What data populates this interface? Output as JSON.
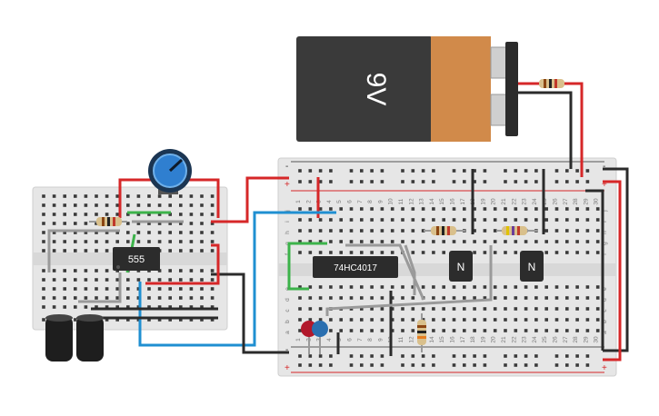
{
  "battery": {
    "label": "9V"
  },
  "chips": {
    "timer": "555",
    "counter": "74HC4017"
  },
  "transistors": [
    {
      "label": "N"
    },
    {
      "label": "N"
    }
  ],
  "breadboard": {
    "columns": [
      "1",
      "2",
      "3",
      "4",
      "5",
      "6",
      "7",
      "8",
      "9",
      "10",
      "11",
      "12",
      "13",
      "14",
      "15",
      "16",
      "17",
      "18",
      "19",
      "20",
      "21",
      "22",
      "23",
      "24",
      "25",
      "26",
      "27",
      "28",
      "29",
      "30"
    ],
    "rows_top": [
      "j",
      "i",
      "h",
      "g",
      "f"
    ],
    "rows_bottom": [
      "e",
      "d",
      "c",
      "b",
      "a"
    ],
    "rail_plus": "+",
    "rail_minus": "-"
  },
  "colors": {
    "wire_red": "#d62728",
    "wire_black": "#2b2b2b",
    "wire_blue": "#1f8fd1",
    "wire_green": "#3cb34a",
    "wire_grey": "#9a9a9a",
    "battery_body": "#3a3a3a",
    "battery_top": "#d18a4a",
    "chip": "#2c2c2c",
    "pot": "#2f7fd0",
    "led_red": "#b2182b",
    "led_blue": "#2a6fb0",
    "board": "#e6e6e6"
  }
}
